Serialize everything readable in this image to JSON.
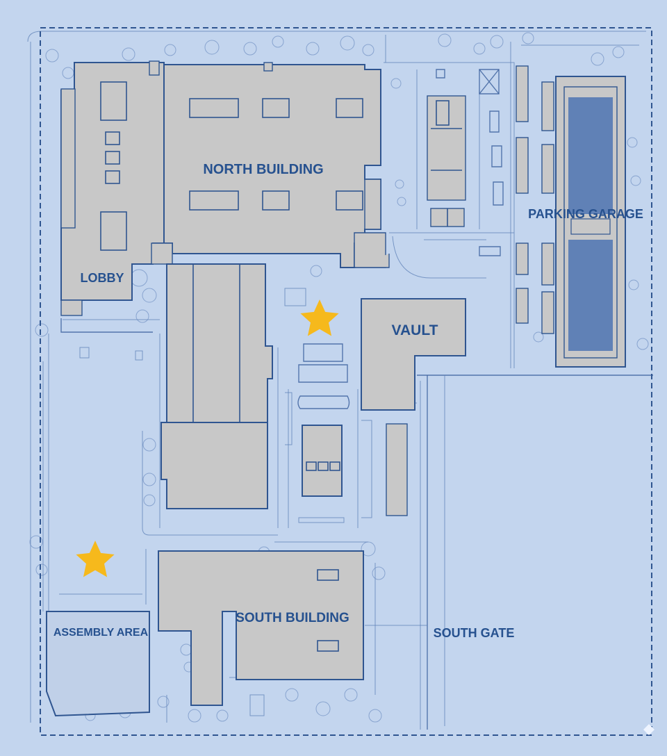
{
  "map": {
    "labels": {
      "north_building": "NORTH BUILDING",
      "lobby": "LOBBY",
      "parking_garage": "PARKING GARAGE",
      "vault": "VAULT",
      "south_building": "SOUTH BUILDING",
      "assembly_area": "ASSEMBLY AREA",
      "south_gate": "SOUTH GATE"
    },
    "markers": [
      {
        "name": "star-marker-vault-entrance",
        "color": "#f6b91c"
      },
      {
        "name": "star-marker-assembly",
        "color": "#f6b91c"
      }
    ],
    "colors": {
      "background": "#c3d5ee",
      "building_fill": "#c8c8c8",
      "outline": "#2f5590",
      "label": "#26518f",
      "star": "#f6b91c"
    }
  }
}
